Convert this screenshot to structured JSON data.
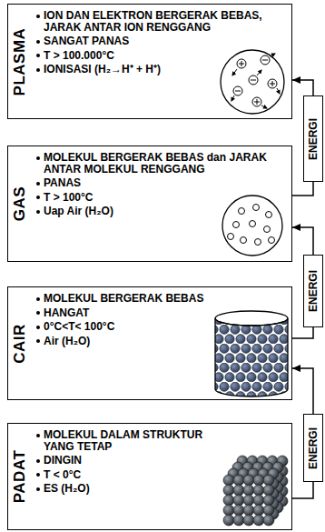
{
  "diagram": {
    "nodes": [
      {
        "text": [
          "PLASMA",
          "ION DAN ELEKTRON BERGERAK BEBAS, JARAK ANTAR ION RENGGANG",
          "SANGAT PANAS",
          "T > 100.000°C",
          "IONISASI (H₂→H⁺ + H⁺)"
        ]
      },
      {
        "text": [
          "ENERGI"
        ]
      },
      {
        "text": [
          "GAS",
          "MOLEKUL BERGERAK BEBAS dan JARAK ANTAR MOLEKUL RENGGANG",
          "PANAS",
          "T > 100°C",
          "Uap Air (H₂O)"
        ]
      },
      {
        "text": [
          "ENERGI"
        ]
      },
      {
        "text": [
          "CAIR",
          "MOLEKUL BERGERAK BEBAS",
          "HANGAT",
          "0°C<T< 100°C",
          "Air (H₂O)"
        ]
      },
      {
        "text": [
          "ENERGI"
        ]
      },
      {
        "text": [
          "PADAT",
          "MOLEKUL DALAM STRUKTUR YANG TETAP",
          "DINGIN",
          "T < 0°C",
          "ES (H₂O)"
        ]
      }
    ],
    "edges": [
      {
        "from": 6,
        "to": 5,
        "arrow": "none"
      },
      {
        "from": 5,
        "to": 4,
        "arrow": "to"
      },
      {
        "from": 4,
        "to": 3,
        "arrow": "none"
      },
      {
        "from": 3,
        "to": 2,
        "arrow": "to"
      },
      {
        "from": 2,
        "to": 1,
        "arrow": "none"
      },
      {
        "from": 1,
        "to": 0,
        "arrow": "to"
      }
    ]
  }
}
